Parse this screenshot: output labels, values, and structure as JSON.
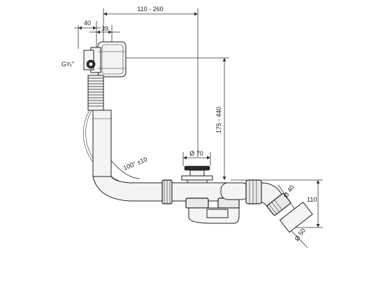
{
  "dimensions": {
    "overflow_offset": "110 - 260",
    "width_40": "40",
    "width_39": "39",
    "thread": "G¾\"",
    "height_range": "175 - 440",
    "drain_diameter": "Ø 70",
    "angle": "100° ±10",
    "outlet_diameter_40": "Ø 40",
    "outlet_diameter_50": "Ø 50",
    "trap_height": "110"
  },
  "colors": {
    "line": "#222222",
    "fill": "#f4f4f4",
    "background": "#ffffff"
  }
}
